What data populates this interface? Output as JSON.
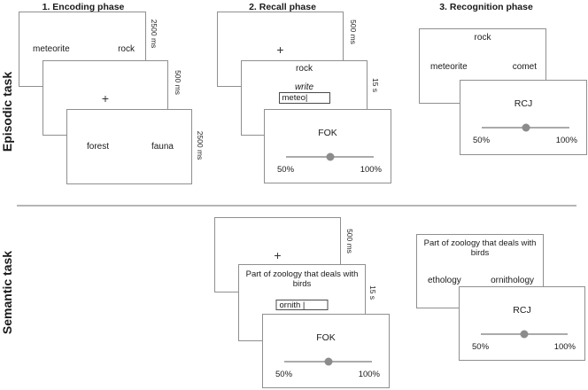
{
  "phase_headers": {
    "encoding": "1. Encoding phase",
    "recall": "2. Recall phase",
    "recognition": "3. Recognition phase"
  },
  "row_labels": {
    "episodic": "Episodic task",
    "semantic": "Semantic task"
  },
  "episodic": {
    "encoding": {
      "slide1": {
        "left_word": "meteorite",
        "right_word": "rock",
        "duration": "2500 ms"
      },
      "slide2": {
        "fixation": "+",
        "duration": "500 ms"
      },
      "slide3": {
        "left_word": "forest",
        "right_word": "fauna",
        "duration": "2500 ms"
      }
    },
    "recall": {
      "slide1": {
        "fixation": "+",
        "duration": "500 ms"
      },
      "slide2": {
        "cue": "rock",
        "instruction": "write",
        "typed_answer": "meteo|",
        "duration": "15 s"
      },
      "slide3": {
        "judgment": "FOK",
        "scale_min": "50%",
        "scale_max": "100%"
      }
    },
    "recognition": {
      "slide1": {
        "cue": "rock",
        "left_option": "meteorite",
        "right_option": "comet"
      },
      "slide2": {
        "judgment": "RCJ",
        "scale_min": "50%",
        "scale_max": "100%"
      }
    }
  },
  "semantic": {
    "recall": {
      "slide1": {
        "fixation": "+",
        "duration": "500 ms"
      },
      "slide2": {
        "question_line1": "Part of zoology that deals with",
        "question_line2": "birds",
        "typed_answer": "ornith |",
        "duration": "15 s"
      },
      "slide3": {
        "judgment": "FOK",
        "scale_min": "50%",
        "scale_max": "100%"
      }
    },
    "recognition": {
      "slide1": {
        "question_line1": "Part of zoology that deals with",
        "question_line2": "birds",
        "left_option": "ethology",
        "right_option": "ornithology"
      },
      "slide2": {
        "judgment": "RCJ",
        "scale_min": "50%",
        "scale_max": "100%"
      }
    }
  },
  "colors": {
    "card_border": "#8f8f8f",
    "input_border": "#4a4a4a",
    "slider_track": "#ababab",
    "slider_thumb": "#8c8c8c",
    "divider": "#b5b5b5",
    "text": "#1a1a1a"
  }
}
